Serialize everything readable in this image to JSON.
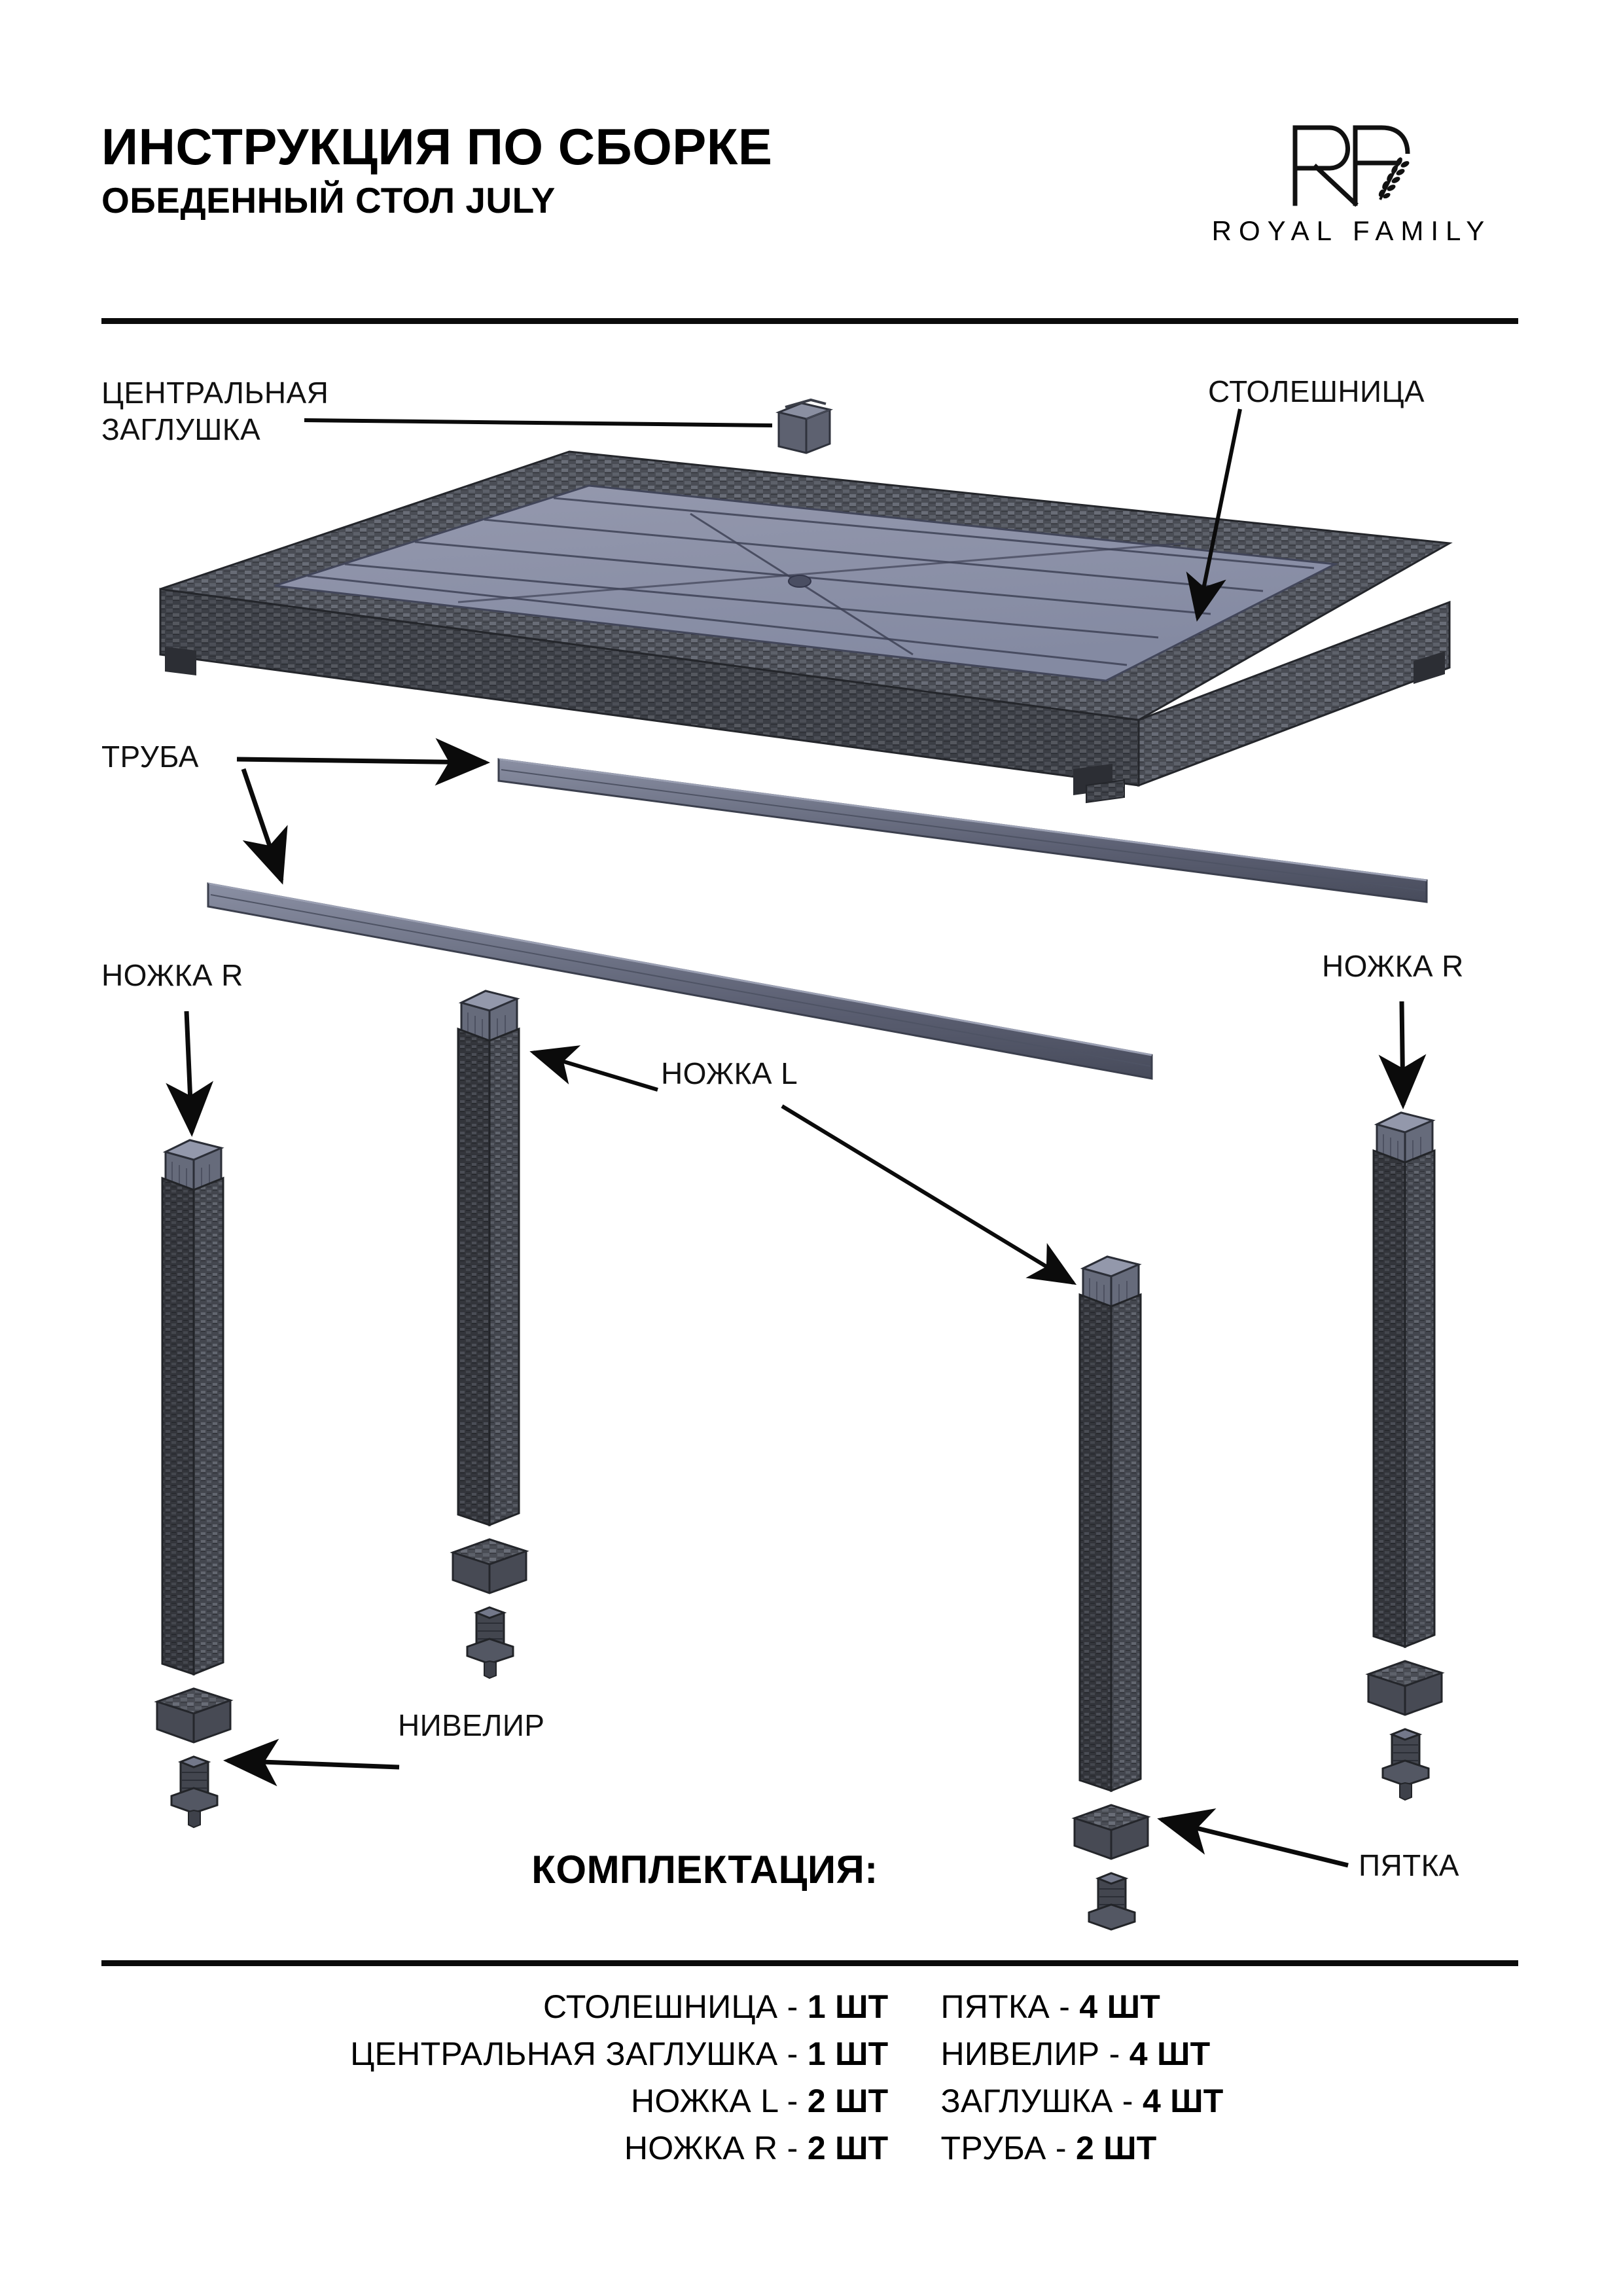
{
  "document": {
    "title_main": "ИНСТРУКЦИЯ ПО СБОРКЕ",
    "title_sub": "ОБЕДЕННЫЙ СТОЛ JULY"
  },
  "logo": {
    "monogram": "RF",
    "wordmark": "ROYAL FAMILY"
  },
  "diagram": {
    "labels": {
      "central_plug_line1": "ЦЕНТРАЛЬНАЯ",
      "central_plug_line2": "ЗАГЛУШКА",
      "tabletop": "СТОЛЕШНИЦА",
      "tube": "ТРУБА",
      "leg_r_left": "НОЖКА R",
      "leg_r_right": "НОЖКА R",
      "leg_l": "НОЖКА L",
      "leveler": "НИВЕЛИР",
      "foot": "ПЯТКА"
    }
  },
  "kit": {
    "heading": "КОМПЛЕКТАЦИЯ:",
    "left_column": [
      {
        "name": "СТОЛЕШНИЦА",
        "sep": " - ",
        "qty": "1 ШТ"
      },
      {
        "name": "ЦЕНТРАЛЬНАЯ ЗАГЛУШКА",
        "sep": " - ",
        "qty": "1 ШТ"
      },
      {
        "name": "НОЖКА L",
        "sep": " - ",
        "qty": "2 ШТ"
      },
      {
        "name": "НОЖКА R",
        "sep": " - ",
        "qty": "2 ШТ"
      }
    ],
    "right_column": [
      {
        "name": "ПЯТКА",
        "sep": " - ",
        "qty": "4 ШТ"
      },
      {
        "name": "НИВЕЛИР",
        "sep": " - ",
        "qty": "4 ШТ"
      },
      {
        "name": "ЗАГЛУШКА",
        "sep": " - ",
        "qty": "4 ШТ"
      },
      {
        "name": "ТРУБА",
        "sep": " - ",
        "qty": "2 ШТ"
      }
    ]
  },
  "colors": {
    "ink": "#0b0b0b",
    "glass": "#8b90a8",
    "glass_dark": "#7d melts",
    "rattan_dark": "#3a3d44",
    "rattan_light": "#55585f",
    "metal": "#6e7385"
  }
}
